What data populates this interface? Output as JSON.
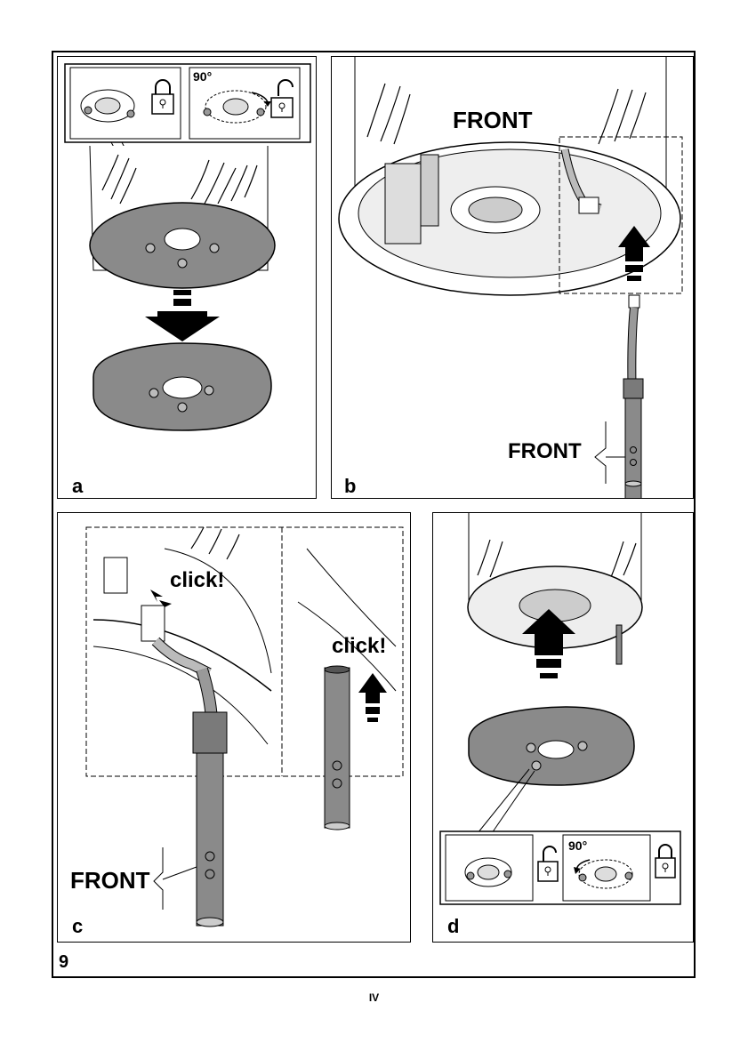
{
  "figure_number": "9",
  "page_number": "IV",
  "panels": {
    "a": {
      "label": "a",
      "angle": "90°"
    },
    "b": {
      "label": "b",
      "front_top": "FRONT",
      "front_bottom": "FRONT"
    },
    "c": {
      "label": "c",
      "click_1": "click!",
      "click_2": "click!",
      "front": "FRONT"
    },
    "d": {
      "label": "d",
      "angle": "90°"
    }
  },
  "colors": {
    "metal": "#8a8a8a",
    "metal_light": "#bdbdbd",
    "outline": "#000000",
    "paper": "#ffffff"
  }
}
